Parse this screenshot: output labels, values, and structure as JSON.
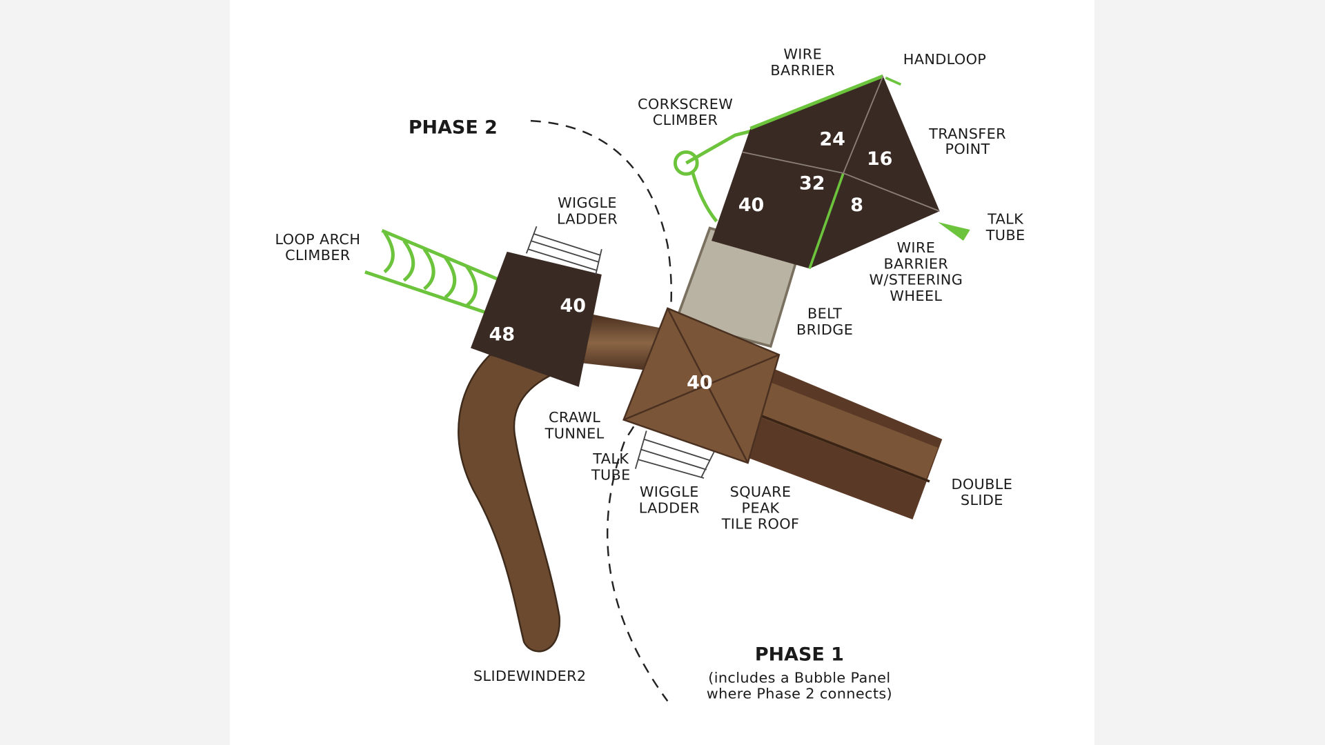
{
  "phases": {
    "phase2": "PHASE 2",
    "phase1": "PHASE 1",
    "phase1_note_line1": "(includes a Bubble Panel",
    "phase1_note_line2": "where Phase 2 connects)"
  },
  "deck_heights": {
    "top_24": "24",
    "top_16": "16",
    "top_32": "32",
    "top_40": "40",
    "top_8": "8",
    "left_40": "40",
    "left_48": "48",
    "center_40": "40"
  },
  "labels": {
    "wire_barrier": [
      "WIRE",
      "BARRIER"
    ],
    "handloop": "HANDLOOP",
    "corkscrew": [
      "CORKSCREW",
      "CLIMBER"
    ],
    "transfer": [
      "TRANSFER",
      "POINT"
    ],
    "talk_tube_right": [
      "TALK",
      "TUBE"
    ],
    "wire_barrier_wheel": [
      "WIRE",
      "BARRIER",
      "W/STEERING",
      "WHEEL"
    ],
    "wiggle_ladder_top": [
      "WIGGLE",
      "LADDER"
    ],
    "loop_arch": [
      "LOOP ARCH",
      "CLIMBER"
    ],
    "belt_bridge": [
      "BELT",
      "BRIDGE"
    ],
    "crawl_tunnel": [
      "CRAWL",
      "TUNNEL"
    ],
    "talk_tube_bottom": [
      "TALK",
      "TUBE"
    ],
    "wiggle_ladder_bottom": [
      "WIGGLE",
      "LADDER"
    ],
    "square_peak": [
      "SQUARE",
      "PEAK",
      "TILE ROOF"
    ],
    "double_slide": [
      "DOUBLE",
      "SLIDE"
    ],
    "slidewinder": "SLIDEWINDER2"
  },
  "colors": {
    "deck": "#3a2a24",
    "brown": "#6b4a30",
    "green": "#6cc33c",
    "bridge": "#b9b3a3"
  }
}
